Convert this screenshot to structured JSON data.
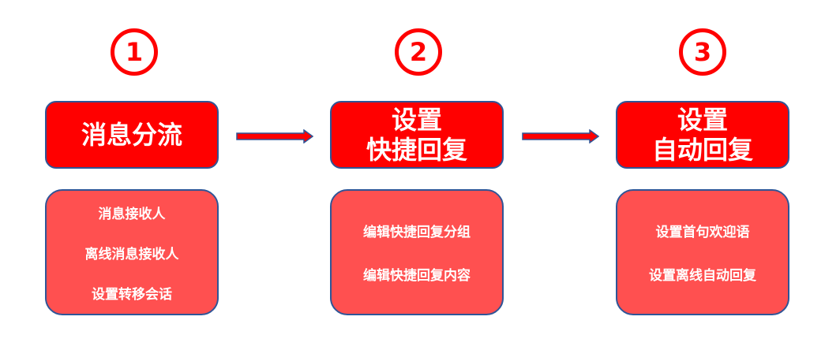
{
  "steps": [
    {
      "number": "1",
      "title_lines": [
        "消息分流"
      ],
      "items": [
        "消息接收人",
        "离线消息接收人",
        "设置转移会话"
      ]
    },
    {
      "number": "2",
      "title_lines": [
        "设置",
        "快捷回复"
      ],
      "items": [
        "编辑快捷回复分组",
        "编辑快捷回复内容"
      ]
    },
    {
      "number": "3",
      "title_lines": [
        "设置",
        "自动回复"
      ],
      "items": [
        "设置首句欢迎语",
        "设置离线自动回复"
      ]
    }
  ],
  "colors": {
    "primary": "#ff0000",
    "secondary": "#ff5050",
    "border": "#2f5597"
  }
}
